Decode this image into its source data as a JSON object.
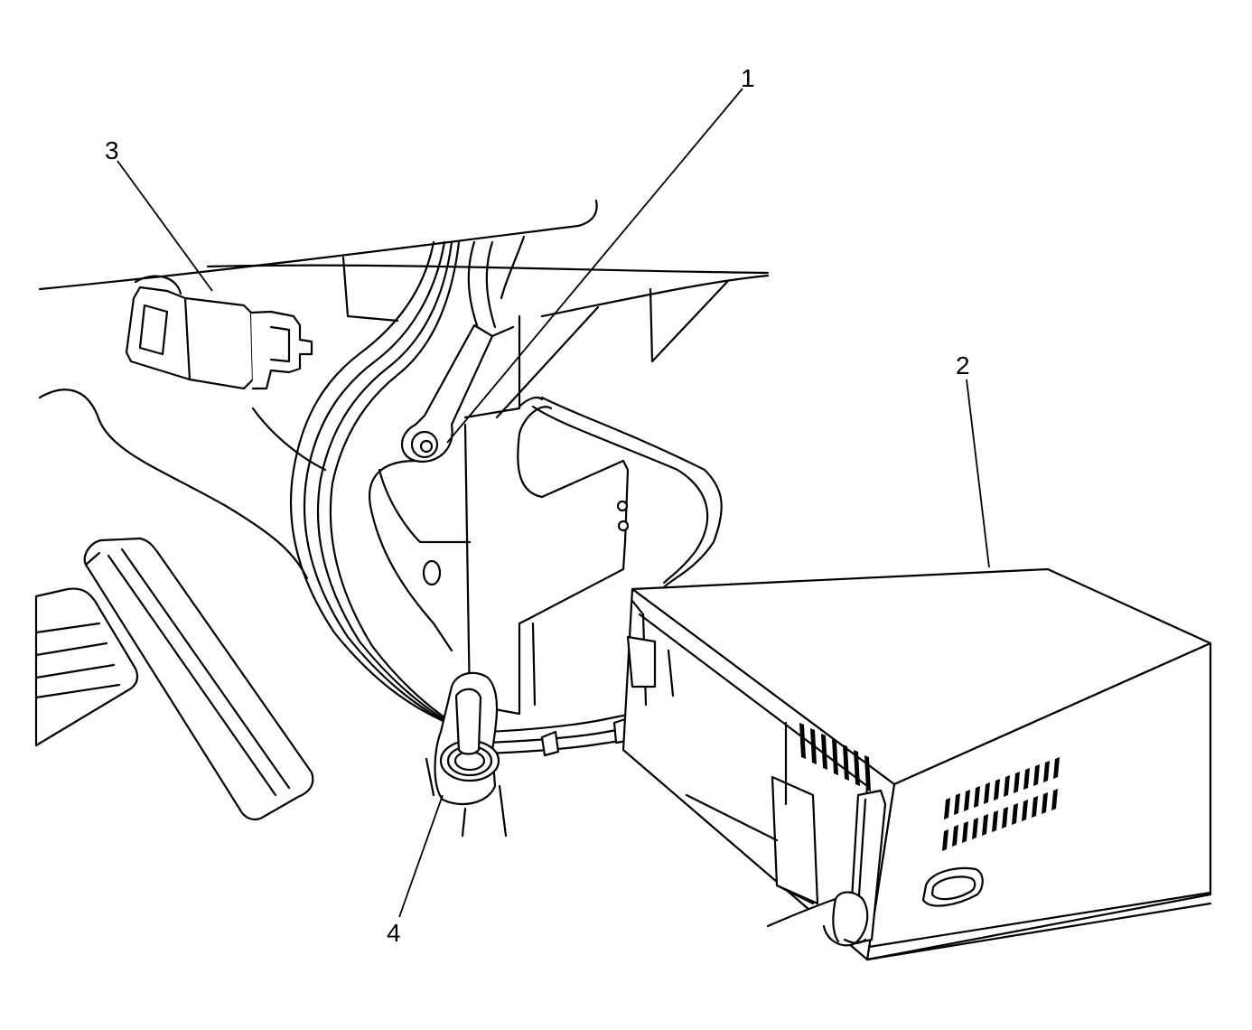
{
  "callouts": [
    {
      "id": "1",
      "label": "1",
      "target": "bracket-bolt"
    },
    {
      "id": "2",
      "label": "2",
      "target": "electronic-module"
    },
    {
      "id": "3",
      "label": "3",
      "target": "relay-connector"
    },
    {
      "id": "4",
      "label": "4",
      "target": "wiring-harness-clip"
    }
  ],
  "colors": {
    "line": "#000000",
    "background": "#ffffff"
  }
}
